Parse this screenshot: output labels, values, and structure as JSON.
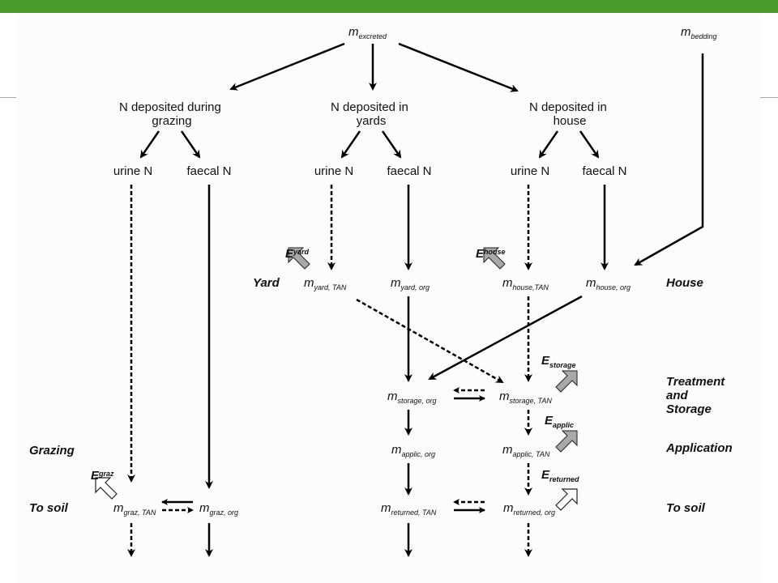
{
  "sources": {
    "excreted": {
      "sym": "m",
      "sub": "excreted"
    },
    "bedding": {
      "sym": "m",
      "sub": "bedding"
    }
  },
  "deposits": {
    "grazing": [
      "N deposited during",
      "grazing"
    ],
    "yards": [
      "N deposited in",
      "yards"
    ],
    "house": [
      "N deposited in",
      "house"
    ]
  },
  "fractions": {
    "urine": "urine N",
    "faecal": "faecal N"
  },
  "stages": {
    "yard": "Yard",
    "house": "House",
    "treatment": [
      "Treatment",
      "and",
      "Storage"
    ],
    "application": "Application",
    "grazing": "Grazing",
    "to_soil": "To soil"
  },
  "emissions": {
    "yard": {
      "sym": "E",
      "sub": "yard"
    },
    "house": {
      "sym": "E",
      "sub": "house"
    },
    "storage": {
      "sym": "E",
      "sub": "storage"
    },
    "applic": {
      "sym": "E",
      "sub": "applic"
    },
    "returned": {
      "sym": "E",
      "sub": "returned"
    },
    "graz": {
      "sym": "E",
      "sub": "graz"
    }
  },
  "pools": {
    "yard_tan": {
      "sym": "m",
      "sub": "yard, TAN"
    },
    "yard_org": {
      "sym": "m",
      "sub": "yard, org"
    },
    "house_tan": {
      "sym": "m",
      "sub": "house,TAN"
    },
    "house_org": {
      "sym": "m",
      "sub": "house, org"
    },
    "storage_org": {
      "sym": "m",
      "sub": "storage, org"
    },
    "storage_tan": {
      "sym": "m",
      "sub": "storage, TAN"
    },
    "applic_org": {
      "sym": "m",
      "sub": "applic, org"
    },
    "applic_tan": {
      "sym": "m",
      "sub": "applic, TAN"
    },
    "graz_tan": {
      "sym": "m",
      "sub": "graz, TAN"
    },
    "graz_org": {
      "sym": "m",
      "sub": "graz, org"
    },
    "returned_tan": {
      "sym": "m",
      "sub": "returned, TAN"
    },
    "returned_org": {
      "sym": "m",
      "sub": "returned, org"
    }
  },
  "colors": {
    "banner": "#4a9a2c",
    "emission_fill": "#a9a9a9",
    "emission_open": "#ffffff"
  }
}
